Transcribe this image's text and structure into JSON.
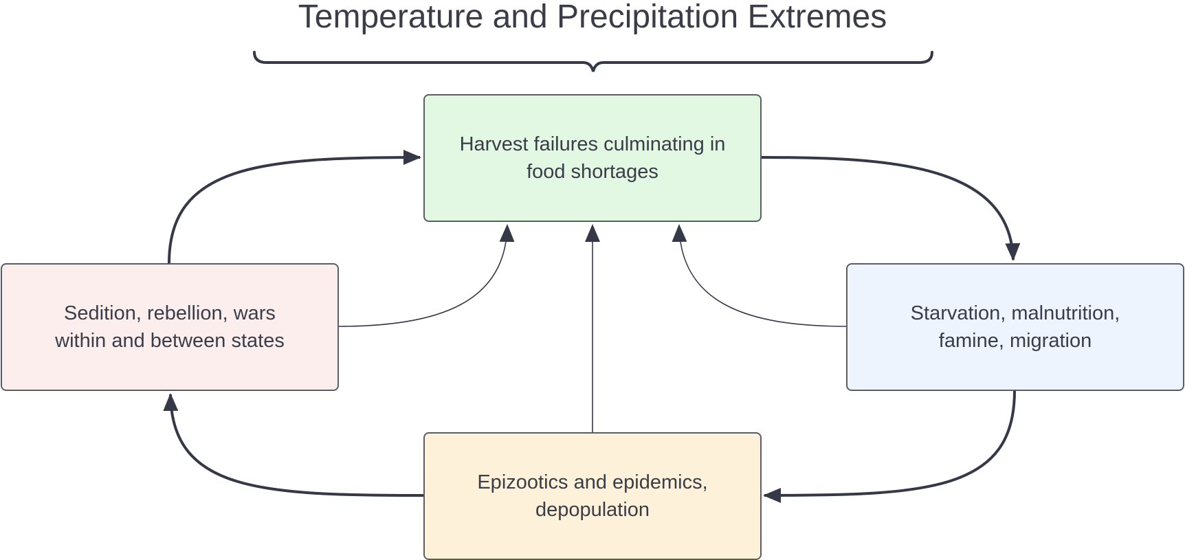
{
  "diagram": {
    "title": "Temperature and Precipitation Extremes",
    "nodes": [
      {
        "id": "harvest",
        "label": "Harvest failures culminating in food shortages",
        "color": "#e2f8e3"
      },
      {
        "id": "sedition",
        "label": "Sedition, rebellion, wars within and between states",
        "color": "#fdeeee"
      },
      {
        "id": "starvation",
        "label": "Starvation, malnutrition, famine, migration",
        "color": "#edf4fd"
      },
      {
        "id": "epizootics",
        "label": "Epizootics and epidemics, depopulation",
        "color": "#fdf2d9"
      }
    ],
    "edges": [
      {
        "from": "harvest",
        "to": "starvation",
        "style": "thick"
      },
      {
        "from": "starvation",
        "to": "epizootics",
        "style": "thick"
      },
      {
        "from": "epizootics",
        "to": "sedition",
        "style": "thick"
      },
      {
        "from": "sedition",
        "to": "harvest",
        "style": "thick"
      },
      {
        "from": "sedition",
        "to": "harvest",
        "style": "thin"
      },
      {
        "from": "epizootics",
        "to": "harvest",
        "style": "thin"
      },
      {
        "from": "starvation",
        "to": "harvest",
        "style": "thin"
      }
    ],
    "colors": {
      "line": "#353846",
      "border": "#5a5d63",
      "text": "#3a3d48"
    }
  }
}
